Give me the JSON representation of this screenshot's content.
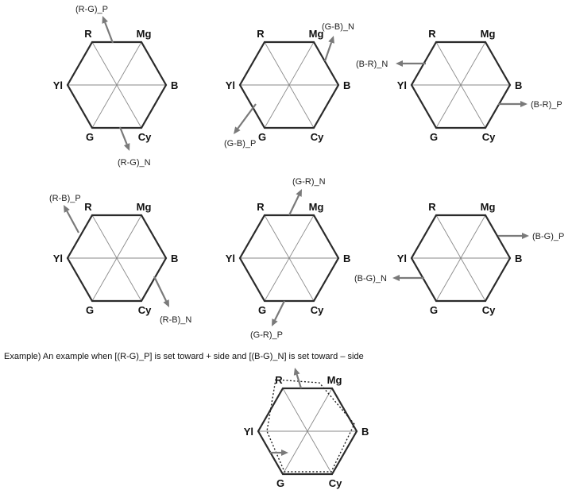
{
  "vertex_labels": {
    "R": "R",
    "Mg": "Mg",
    "B": "B",
    "Cy": "Cy",
    "G": "G",
    "Yl": "Yl"
  },
  "diagrams": [
    {
      "id": "rg",
      "arrows": [
        {
          "label": "(R-G)_P"
        },
        {
          "label": "(R-G)_N"
        }
      ]
    },
    {
      "id": "gb",
      "arrows": [
        {
          "label": "(G-B)_N"
        },
        {
          "label": "(G-B)_P"
        }
      ]
    },
    {
      "id": "br",
      "arrows": [
        {
          "label": "(B-R)_N"
        },
        {
          "label": "(B-R)_P"
        }
      ]
    },
    {
      "id": "rb",
      "arrows": [
        {
          "label": "(R-B)_P"
        },
        {
          "label": "(R-B)_N"
        }
      ]
    },
    {
      "id": "gr",
      "arrows": [
        {
          "label": "(G-R)_N"
        },
        {
          "label": "(G-R)_P"
        }
      ]
    },
    {
      "id": "bg",
      "arrows": [
        {
          "label": "(B-G)_P"
        },
        {
          "label": "(B-G)_N"
        }
      ]
    }
  ],
  "example": {
    "caption": "Example) An example when [(R-G)_P] is set toward + side and [(B-G)_N] is set toward – side"
  }
}
